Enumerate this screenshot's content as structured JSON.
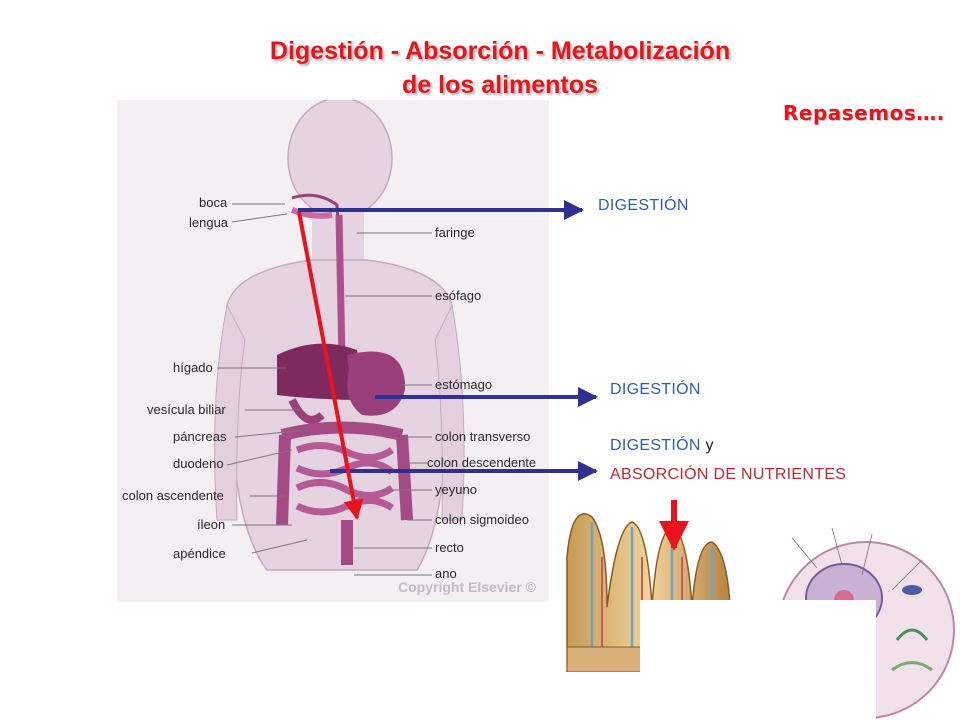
{
  "title": {
    "line1": "Digestión - Absorción - Metabolización",
    "line2": "de los alimentos"
  },
  "repasemos": "Repasemos….",
  "anatomy_labels_left": [
    "boca",
    "lengua",
    "hígado",
    "vesícula biliar",
    "páncreas",
    "duodeno",
    "colon ascendente",
    "íleon",
    "apéndice"
  ],
  "anatomy_labels_right": [
    "faringe",
    "esófago",
    "estómago",
    "colon transverso",
    "colon descendente",
    "yeyuno",
    "colon sigmoideo",
    "recto",
    "ano"
  ],
  "copyright": "Copyright Elsevier ©",
  "stages": {
    "mouth": "DIGESTIÓN",
    "stomach": "DIGESTIÓN",
    "intestine_digestion": "DIGESTIÓN",
    "intestine_and": "y",
    "intestine_absorption": "ABSORCIÓN DE NUTRIENTES"
  },
  "colors": {
    "title": "#e8141c",
    "stage_blue": "#2f5ea6",
    "stage_red": "#c0282d",
    "arrow_blue": "#2e3192",
    "arrow_red": "#e8141c",
    "body_fill": "#e6d3e2",
    "organ": "#9b3f7a"
  }
}
